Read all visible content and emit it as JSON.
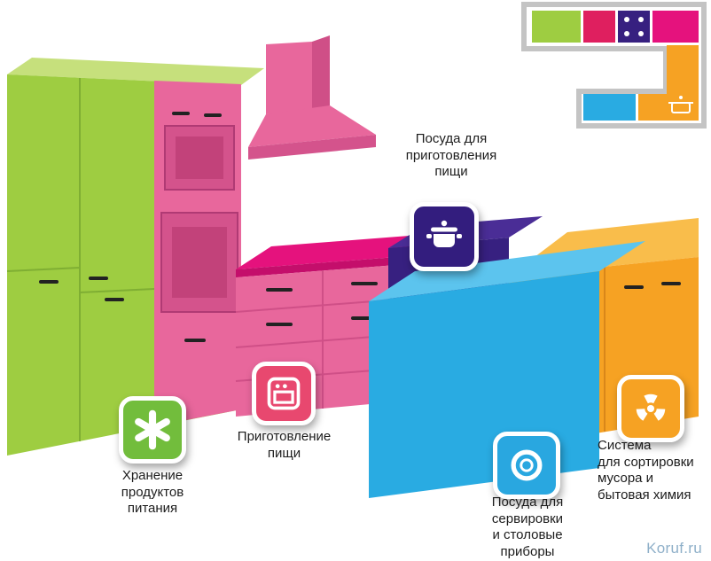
{
  "title": "Kitchen work-zones infographic",
  "watermark": {
    "text": "Koruf.ru",
    "color": "#8fb0c9"
  },
  "zones": [
    {
      "id": "storage",
      "label": "Хранение\nпродуктов\nпитания",
      "badge_color": "#72bd3c",
      "icon": "asterisk-icon"
    },
    {
      "id": "cooking",
      "label": "Приготовление\nпищи",
      "badge_color": "#e8486f",
      "icon": "oven-icon"
    },
    {
      "id": "cookware",
      "label": "Посуда для\nприготовления\nпищи",
      "badge_color": "#331d7e",
      "icon": "pot-icon"
    },
    {
      "id": "serving",
      "label": "Посуда для\nсервировки\nи столовые\nприборы",
      "badge_color": "#29a7e0",
      "icon": "plate-icon"
    },
    {
      "id": "waste",
      "label": "Система\nдля сортировки\nмусора и\nбытовая химия",
      "badge_color": "#f6a223",
      "icon": "radiation-icon"
    }
  ],
  "palette": {
    "cabinet_green": "#9ecd41",
    "cabinet_green_top": "#c6e07c",
    "pink": "#e8679c",
    "pink_dark": "#d4538c",
    "magenta_counter": "#e5127d",
    "purple": "#372080",
    "purple_top": "#4a2d96",
    "island_blue": "#29abe2",
    "island_blue_top": "#5cc4ee",
    "orange": "#f6a223",
    "orange_top": "#f9bd4b",
    "plan_border_gray": "#c4c4c4"
  }
}
